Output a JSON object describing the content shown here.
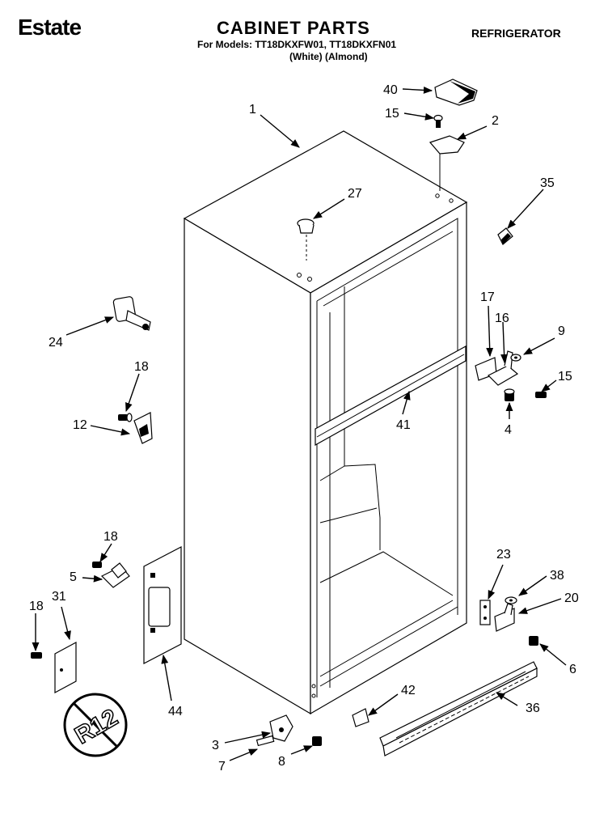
{
  "header": {
    "brand": "Estate",
    "title": "CABINET PARTS",
    "models_line": "For Models: TT18DKXFW01, TT18DKXFN01",
    "variants_line": "(White)   (Almond)",
    "category": "REFRIGERATOR"
  },
  "callouts": {
    "c1": "1",
    "c2": "2",
    "c3": "3",
    "c4": "4",
    "c5": "5",
    "c6": "6",
    "c7": "7",
    "c8": "8",
    "c9": "9",
    "c12": "12",
    "c15a": "15",
    "c15b": "15",
    "c16": "16",
    "c17": "17",
    "c18a": "18",
    "c18b": "18",
    "c18c": "18",
    "c20": "20",
    "c23": "23",
    "c24": "24",
    "c27": "27",
    "c31": "31",
    "c35": "35",
    "c36": "36",
    "c38": "38",
    "c40": "40",
    "c41": "41",
    "c42": "42",
    "c44": "44"
  },
  "badge": {
    "text": "R12",
    "icon": "no-r12-refrigerant-icon"
  }
}
